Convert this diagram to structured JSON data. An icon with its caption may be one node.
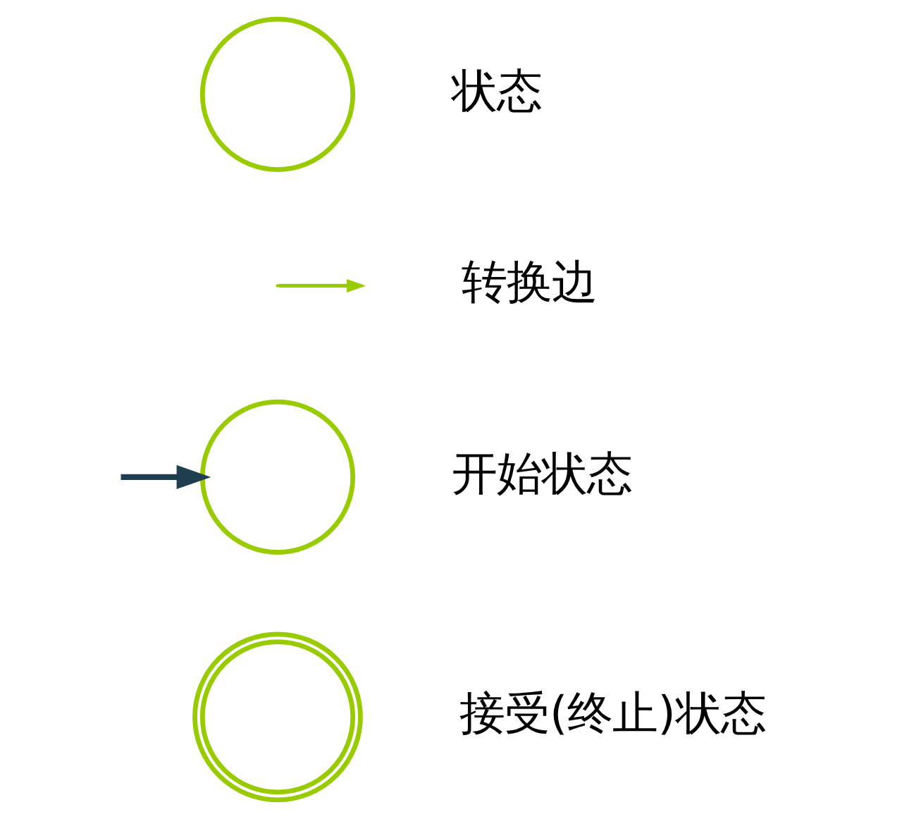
{
  "diagram": {
    "nodes": [
      {
        "text": [],
        "shape": "circle",
        "beside": [
          "状态"
        ]
      },
      {
        "text": [],
        "shape": "circle",
        "beside": [
          "开始状态"
        ]
      },
      {
        "text": [],
        "shape": "doublecircle",
        "beside": [
          "接受(终止)状态"
        ]
      }
    ],
    "edges": [
      {
        "from": null,
        "to": 1,
        "arrow": "to"
      }
    ],
    "legend": [
      {
        "text": "转换边"
      }
    ]
  }
}
